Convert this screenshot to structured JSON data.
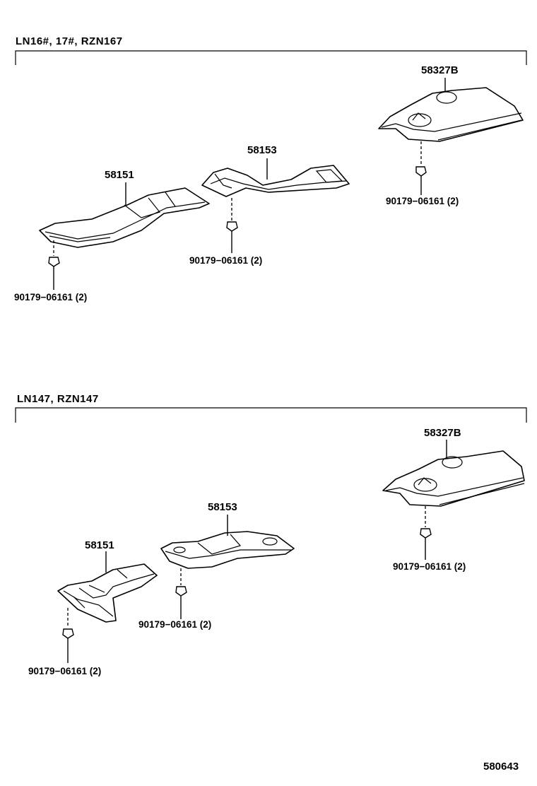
{
  "sections": [
    {
      "title": "LN16#, 17#, RZN167",
      "parts": [
        {
          "label": "58327B"
        },
        {
          "label": "58153"
        },
        {
          "label": "58151"
        }
      ],
      "bolts": [
        {
          "label": "90179−06161 (2)"
        },
        {
          "label": "90179−06161 (2)"
        },
        {
          "label": "90179−06161 (2)"
        }
      ]
    },
    {
      "title": "LN147,  RZN147",
      "parts": [
        {
          "label": "58327B"
        },
        {
          "label": "58153"
        },
        {
          "label": "58151"
        }
      ],
      "bolts": [
        {
          "label": "90179−06161 (2)"
        },
        {
          "label": "90179−06161 (2)"
        },
        {
          "label": "90179−06161 (2)"
        }
      ]
    }
  ],
  "diagram_code": "580643"
}
